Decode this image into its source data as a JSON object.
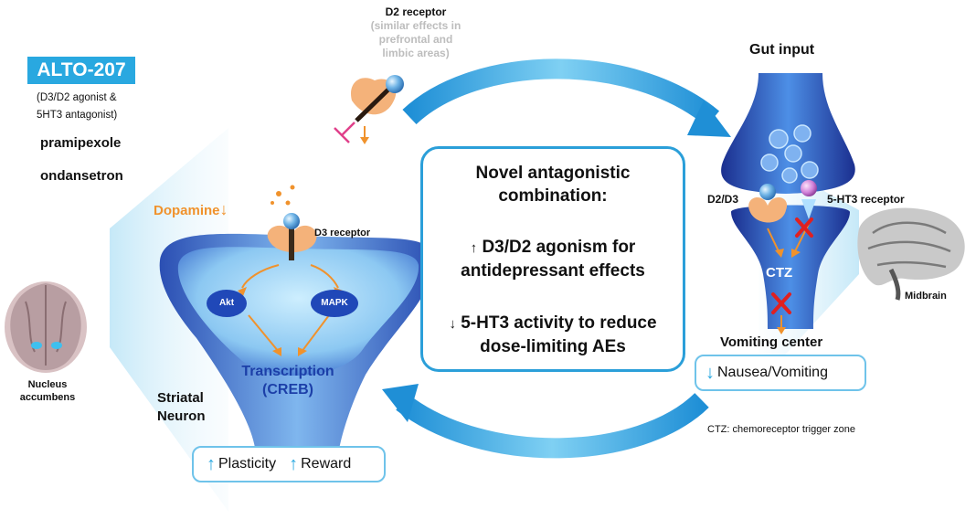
{
  "drug": {
    "name": "ALTO-207",
    "desc_line1": "(D3/D2 agonist &",
    "desc_line2": "5HT3 antagonist)",
    "component1": "pramipexole",
    "component2": "ondansetron"
  },
  "d2_receptor": {
    "title": "D2 receptor",
    "note_line1": "(similar effects in",
    "note_line2": "prefrontal and",
    "note_line3": "limbic areas)"
  },
  "striatal": {
    "dopamine_label": "Dopamine",
    "d3_label": "D3 receptor",
    "akt_label": "Akt",
    "mapk_label": "MAPK",
    "transcription_line1": "Transcription",
    "transcription_line2": "(CREB)",
    "neuron_line1": "Striatal",
    "neuron_line2": "Neuron",
    "outcome1": "Plasticity",
    "outcome2": "Reward"
  },
  "nucleus": {
    "line1": "Nucleus",
    "line2": "accumbens"
  },
  "center": {
    "title_line1": "Novel antagonistic",
    "title_line2": "combination:",
    "bullet1_line1": "D3/D2 agonism for",
    "bullet1_line2": "antidepressant effects",
    "bullet2_line1": "5-HT3 activity to reduce",
    "bullet2_line2": "dose-limiting AEs",
    "arrow_up": "↑",
    "arrow_down": "↓"
  },
  "gut": {
    "gut_input": "Gut input",
    "d2d3_label": "D2/D3",
    "ht3_label": "5-HT3 receptor",
    "ctz_label": "CTZ",
    "vomiting_center": "Vomiting center",
    "nausea": "Nausea/Vomiting",
    "midbrain": "Midbrain",
    "ctz_footnote": "CTZ: chemoreceptor trigger zone"
  },
  "colors": {
    "accent_blue": "#29a8e0",
    "box_border": "#2b9fd9",
    "orange": "#f0922c",
    "neuron_blue": "#1e4fb8",
    "block_red": "#e02020",
    "inhibit_pink": "#e0408a"
  }
}
